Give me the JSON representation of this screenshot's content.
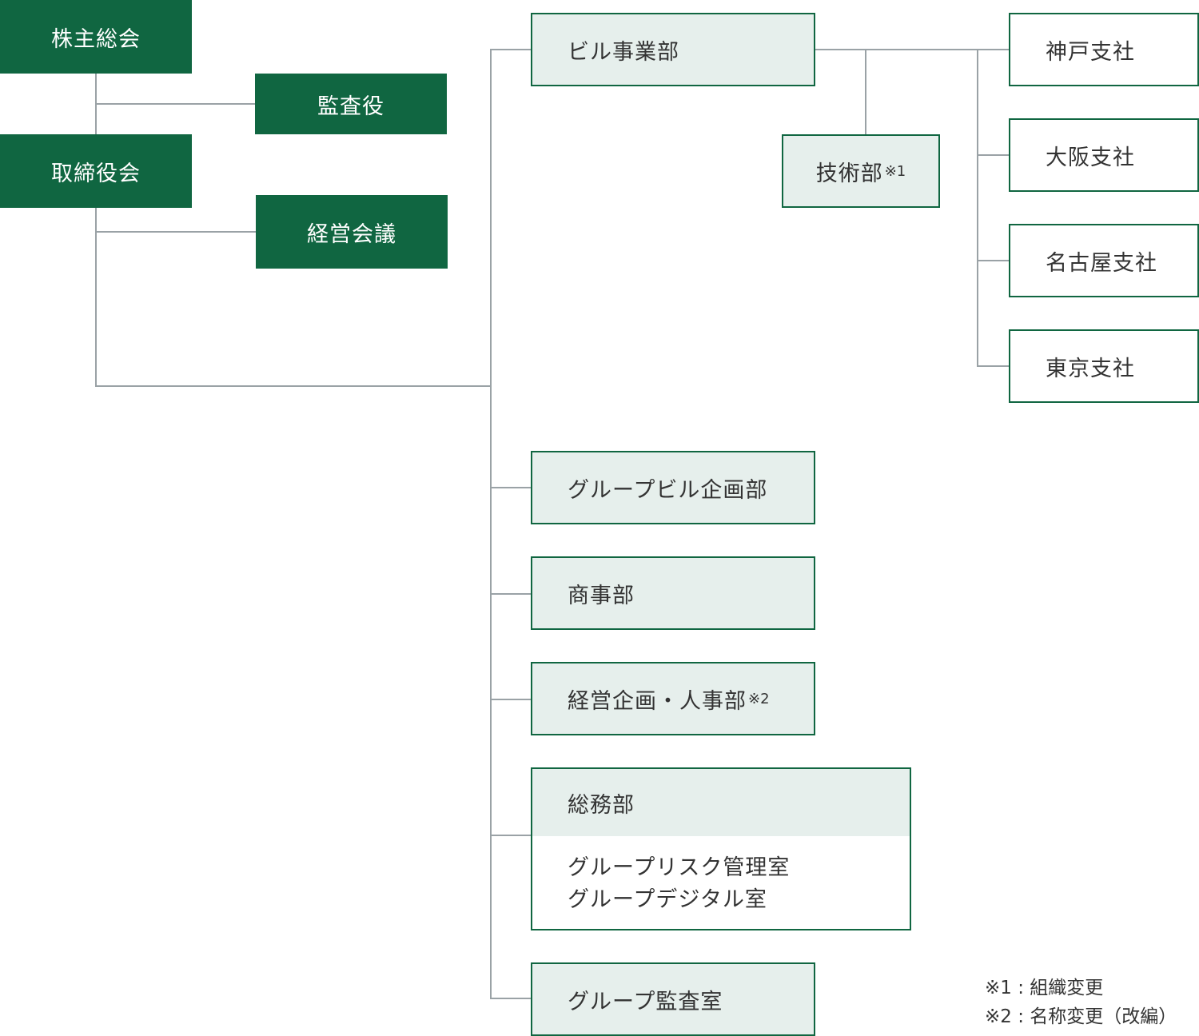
{
  "governance": {
    "shareholders_meeting": "株主総会",
    "auditor": "監査役",
    "board": "取締役会",
    "management_meeting": "経営会議"
  },
  "departments": {
    "building_business": "ビル事業部",
    "engineering": "技術部",
    "engineering_note": "※1",
    "group_building_planning": "グループビル企画部",
    "commerce": "商事部",
    "corporate_planning_hr": "経営企画・人事部",
    "corporate_planning_hr_note": "※2",
    "general_affairs": "総務部",
    "general_affairs_sub": [
      "グループリスク管理室",
      "グループデジタル室"
    ],
    "group_audit": "グループ監査室"
  },
  "branches": [
    "神戸支社",
    "大阪支社",
    "名古屋支社",
    "東京支社"
  ],
  "notes": [
    "※1 : 組織変更",
    "※2 : 名称変更（改編）"
  ],
  "colors": {
    "dark_green": "#106641",
    "light_fill": "#e6efec",
    "connector": "#9aa2a6"
  }
}
